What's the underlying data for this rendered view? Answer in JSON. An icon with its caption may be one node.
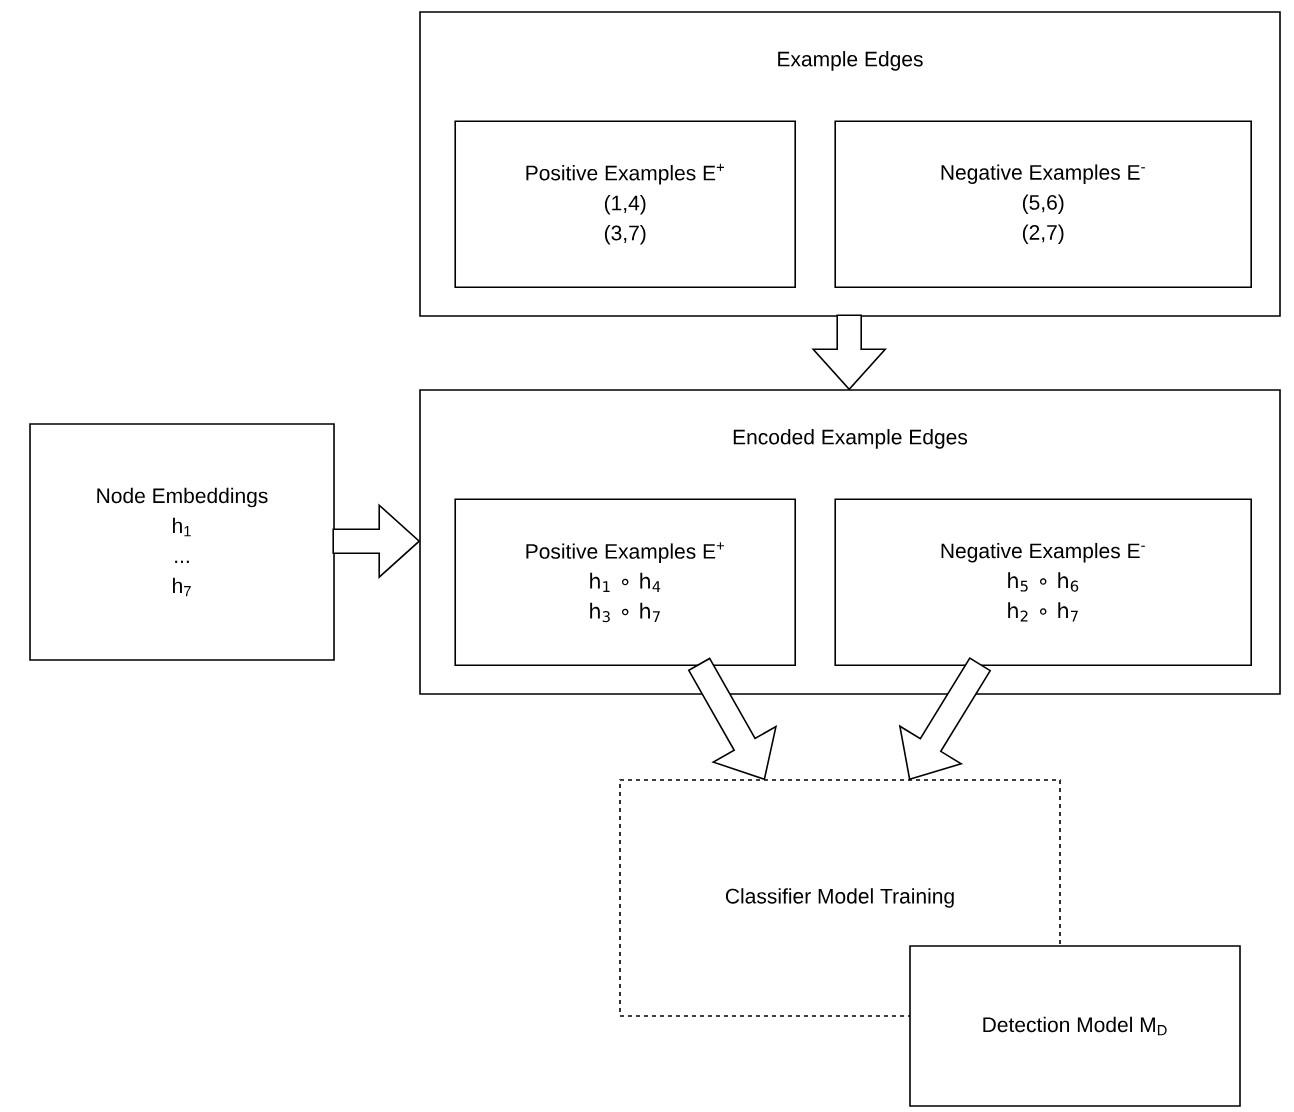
{
  "diagram": {
    "nodes": [
      {
        "text": [
          "Example Edges"
        ]
      },
      {
        "text": [
          "Positive Examples E$^{+}$",
          "(1,4)",
          "(3,7)"
        ],
        "in": 0
      },
      {
        "text": [
          "Negative Examples E$^{-}$",
          "(5,6)",
          "(2,7)"
        ],
        "in": 0
      },
      {
        "text": [
          "Node Embeddings",
          "h$_{1}$",
          "...",
          "h$_{7}$"
        ]
      },
      {
        "text": [
          "Encoded Example Edges"
        ]
      },
      {
        "text": [
          "Positive Examples E$^{+}$",
          "h$_{1}$ ∘ h$_{4}$",
          "h$_{3}$ ∘ h$_{7}$"
        ],
        "in": 4
      },
      {
        "text": [
          "Negative Examples E$^{-}$",
          "h$_{5}$ ∘ h$_{6}$",
          "h$_{2}$ ∘ h$_{7}$"
        ],
        "in": 4
      },
      {
        "text": [
          "Classifier Model Training"
        ]
      },
      {
        "text": [
          "Detection Model M$_{D}$"
        ]
      }
    ],
    "edges": [
      {
        "from": 0,
        "to": 4,
        "arrow": "to"
      },
      {
        "from": 3,
        "to": 4,
        "arrow": "to"
      },
      {
        "from": 5,
        "to": 7,
        "arrow": "to"
      },
      {
        "from": 6,
        "to": 7,
        "arrow": "to"
      }
    ]
  }
}
